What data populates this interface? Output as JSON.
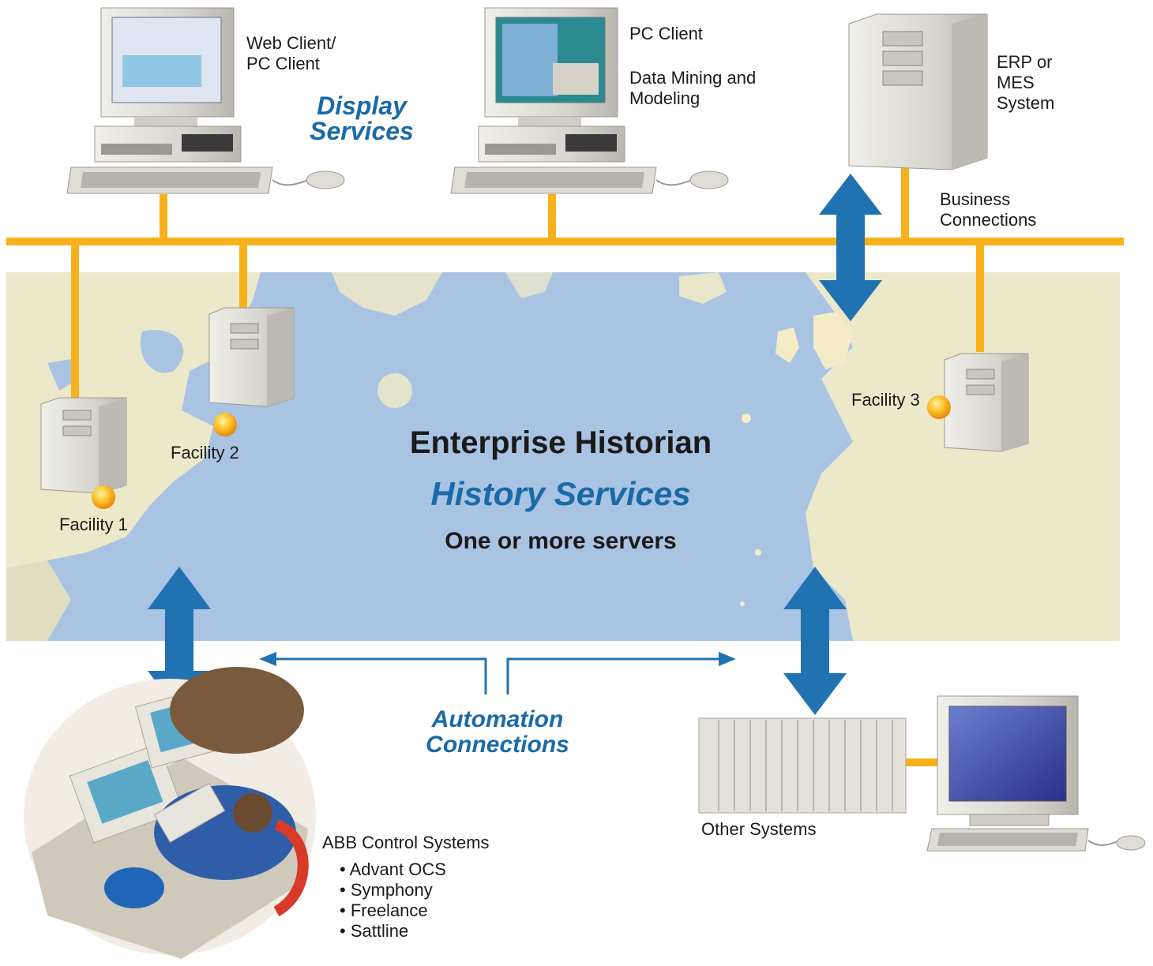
{
  "display": {
    "web_client": "Web Client/\nPC Client",
    "title": "Display\nServices",
    "pc_client": "PC Client",
    "data_mining": "Data Mining and\nModeling"
  },
  "business": {
    "erp": "ERP or\nMES\nSystem",
    "connections": "Business\nConnections"
  },
  "facilities": {
    "f1": "Facility 1",
    "f2": "Facility 2",
    "f3": "Facility 3"
  },
  "historian": {
    "title": "Enterprise Historian",
    "subtitle": "History Services",
    "servers": "One or more servers"
  },
  "automation": {
    "title": "Automation\nConnections"
  },
  "abb": {
    "title": "ABB Control Systems",
    "items": [
      "• Advant OCS",
      "• Symphony",
      "• Freelance",
      "• Sattline"
    ]
  },
  "other": {
    "label": "Other Systems"
  },
  "colors": {
    "bus": "#f7b21b",
    "arrow": "#2172b0",
    "map_water": "#a9c3e3",
    "map_land": "#f3ecc6",
    "accent_text": "#1a6aa8"
  }
}
